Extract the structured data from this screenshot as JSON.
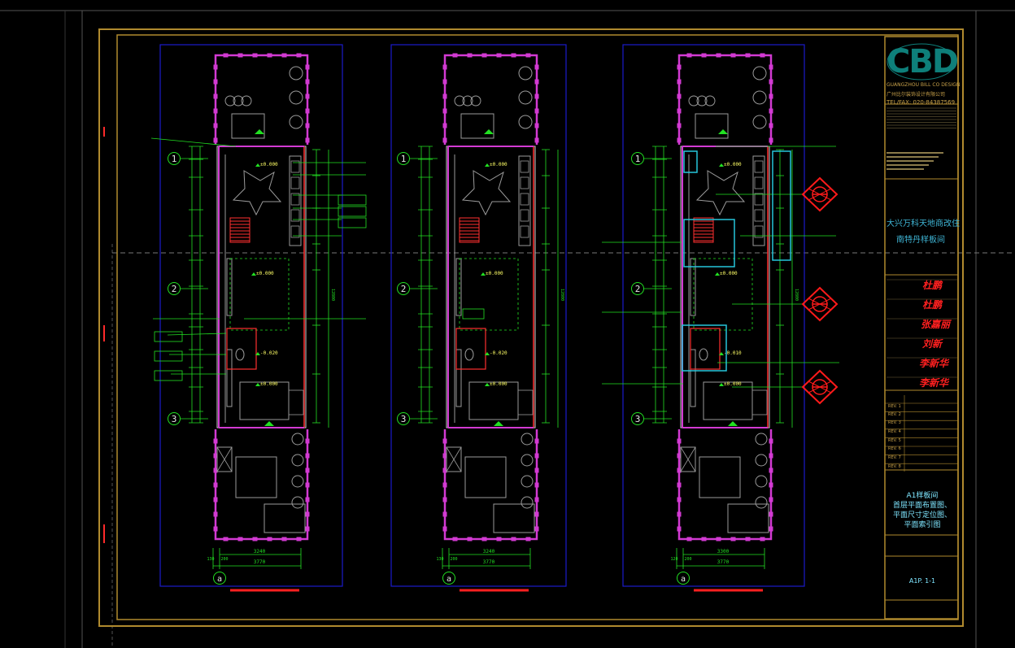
{
  "colors": {
    "background": "#000000",
    "frame": "#b08a2e",
    "boundary": "#1a1acc",
    "wall": "#d23ad2",
    "dimension": "#22e022",
    "furniture": "#9a9a9a",
    "index_symbol": "#ff1a1a",
    "highlight": "#26c6da"
  },
  "title_block": {
    "logo": "CBD",
    "company_en": "GUANGZHOU BILL CO DESIGN",
    "company_cn": "广州比尔装饰设计有限公司",
    "tel_fax": "TEL/FAX: 020-84387569",
    "project_cn_line1": "大兴万科天地商改住",
    "project_cn_line2": "南特丹样板间",
    "revisions": [
      "REV. 1",
      "REV. 2",
      "REV. 3",
      "REV. 4",
      "REV. 5",
      "REV. 6",
      "REV. 7",
      "REV. 8"
    ],
    "drawing_title_lines": [
      "A1样板间",
      "首层平面布置图、",
      "平面尺寸定位图、",
      "平面索引图"
    ],
    "drawing_no": "A1P. 1-1",
    "signatures": [
      "杜鹏",
      "杜鹏",
      "张嘉丽",
      "刘新",
      "李新华",
      "李新华"
    ]
  },
  "plans": [
    {
      "axis_labels": [
        "1",
        "2",
        "3",
        "a"
      ],
      "levels": [
        "±0.000",
        "±0.000",
        "-0.020",
        "±0.000"
      ],
      "bottom_dims": [
        "3240",
        "3770",
        "130",
        "200"
      ],
      "total_dim": "12800"
    },
    {
      "axis_labels": [
        "1",
        "2",
        "3",
        "a"
      ],
      "levels": [
        "±0.000",
        "±0.000",
        "-0.020",
        "±0.000"
      ],
      "bottom_dims": [
        "3240",
        "3770",
        "130",
        "200"
      ],
      "total_dim": "12800"
    },
    {
      "axis_labels": [
        "1",
        "2",
        "3",
        "a"
      ],
      "levels": [
        "±0.000",
        "±0.000",
        "-0.010",
        "±0.000"
      ],
      "bottom_dims": [
        "3300",
        "3770",
        "120",
        "200"
      ],
      "total_dim": "12800"
    }
  ]
}
